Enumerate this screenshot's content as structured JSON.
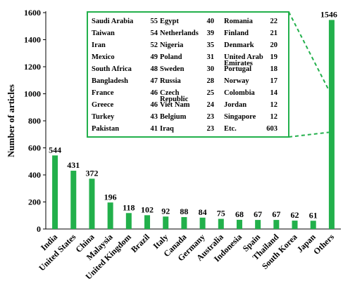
{
  "chart_data": {
    "type": "bar",
    "ylabel": "Number of articles",
    "xlabel": "",
    "title": "",
    "ylim": [
      0,
      1600
    ],
    "yticks": [
      0,
      200,
      400,
      600,
      800,
      1000,
      1200,
      1400,
      1600
    ],
    "grid": false,
    "bar_color": "#22b04b",
    "categories": [
      "India",
      "United States",
      "China",
      "Malaysia",
      "United Kingdom",
      "Brazil",
      "Italy",
      "Canada",
      "Germany",
      "Australia",
      "Indonesia",
      "Spain",
      "Thailand",
      "South Korea",
      "Japan",
      "Others"
    ],
    "values": [
      544,
      431,
      372,
      196,
      118,
      102,
      92,
      88,
      84,
      75,
      68,
      67,
      67,
      62,
      61,
      1546
    ],
    "inset_table": {
      "columns": [
        [
          {
            "country": "Saudi Arabia",
            "value": "55"
          },
          {
            "country": "Taiwan",
            "value": "54"
          },
          {
            "country": "Iran",
            "value": "52"
          },
          {
            "country": "Mexico",
            "value": "49"
          },
          {
            "country": "South Africa",
            "value": "48"
          },
          {
            "country": "Bangladesh",
            "value": "47"
          },
          {
            "country": "France",
            "value": "46"
          },
          {
            "country": "Greece",
            "value": "46"
          },
          {
            "country": "Turkey",
            "value": "43"
          },
          {
            "country": "Pakistan",
            "value": "41"
          }
        ],
        [
          {
            "country": "Egypt",
            "value": "40"
          },
          {
            "country": "Netherlands",
            "value": "39"
          },
          {
            "country": "Nigeria",
            "value": "35"
          },
          {
            "country": "Poland",
            "value": "31"
          },
          {
            "country": "Sweden",
            "value": "30"
          },
          {
            "country": "Russia",
            "value": "28"
          },
          {
            "country": "Czech Republic",
            "value": "25"
          },
          {
            "country": "Viet Nam",
            "value": "24"
          },
          {
            "country": "Belgium",
            "value": "23"
          },
          {
            "country": "Iraq",
            "value": "23"
          }
        ],
        [
          {
            "country": "Romania",
            "value": "22"
          },
          {
            "country": "Finland",
            "value": "21"
          },
          {
            "country": "Denmark",
            "value": "20"
          },
          {
            "country": "United Arab Emirates",
            "value": "19"
          },
          {
            "country": "Portugal",
            "value": "18"
          },
          {
            "country": "Norway",
            "value": "17"
          },
          {
            "country": "Colombia",
            "value": "14"
          },
          {
            "country": "Jordan",
            "value": "12"
          },
          {
            "country": "Singapore",
            "value": "12"
          },
          {
            "country": "Etc.",
            "value": "603"
          }
        ]
      ]
    }
  }
}
